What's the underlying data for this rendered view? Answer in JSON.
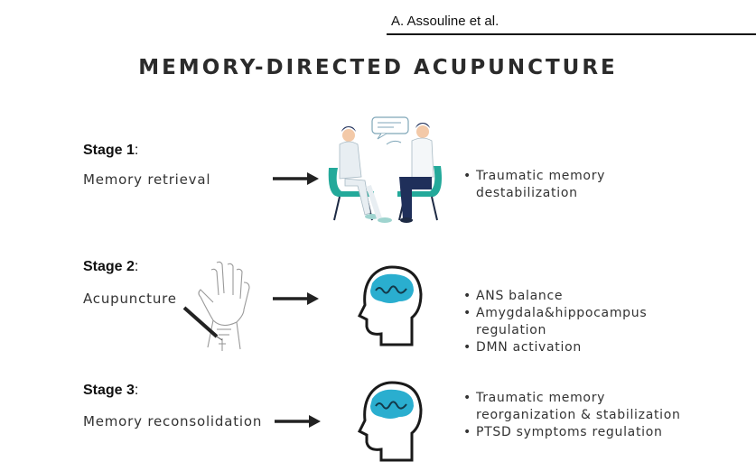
{
  "header": {
    "author": "A. Assouline et al."
  },
  "title": "MEMORY-DIRECTED ACUPUNCTURE",
  "stages": [
    {
      "heading": "Stage 1",
      "colon": ":",
      "label": "Memory retrieval",
      "illustration": "therapist-patient-conversation",
      "bullets": [
        "Traumatic memory",
        "destabilization"
      ]
    },
    {
      "heading": "Stage 2",
      "colon": ":",
      "label": "Acupuncture",
      "illustration": "hand-with-needle",
      "bullets": [
        "ANS balance",
        "Amygdala&hippocampus",
        "regulation",
        "DMN activation"
      ]
    },
    {
      "heading": "Stage 3",
      "colon": ":",
      "label": "Memory reconsolidation",
      "illustration": "head-with-brain",
      "bullets": [
        "Traumatic memory",
        "reorganization & stabilization",
        "PTSD symptoms regulation"
      ]
    }
  ],
  "colors": {
    "brain": "#2aaecf",
    "chair": "#23a99a",
    "pants": "#1f2f5a",
    "arrow": "#222222"
  }
}
